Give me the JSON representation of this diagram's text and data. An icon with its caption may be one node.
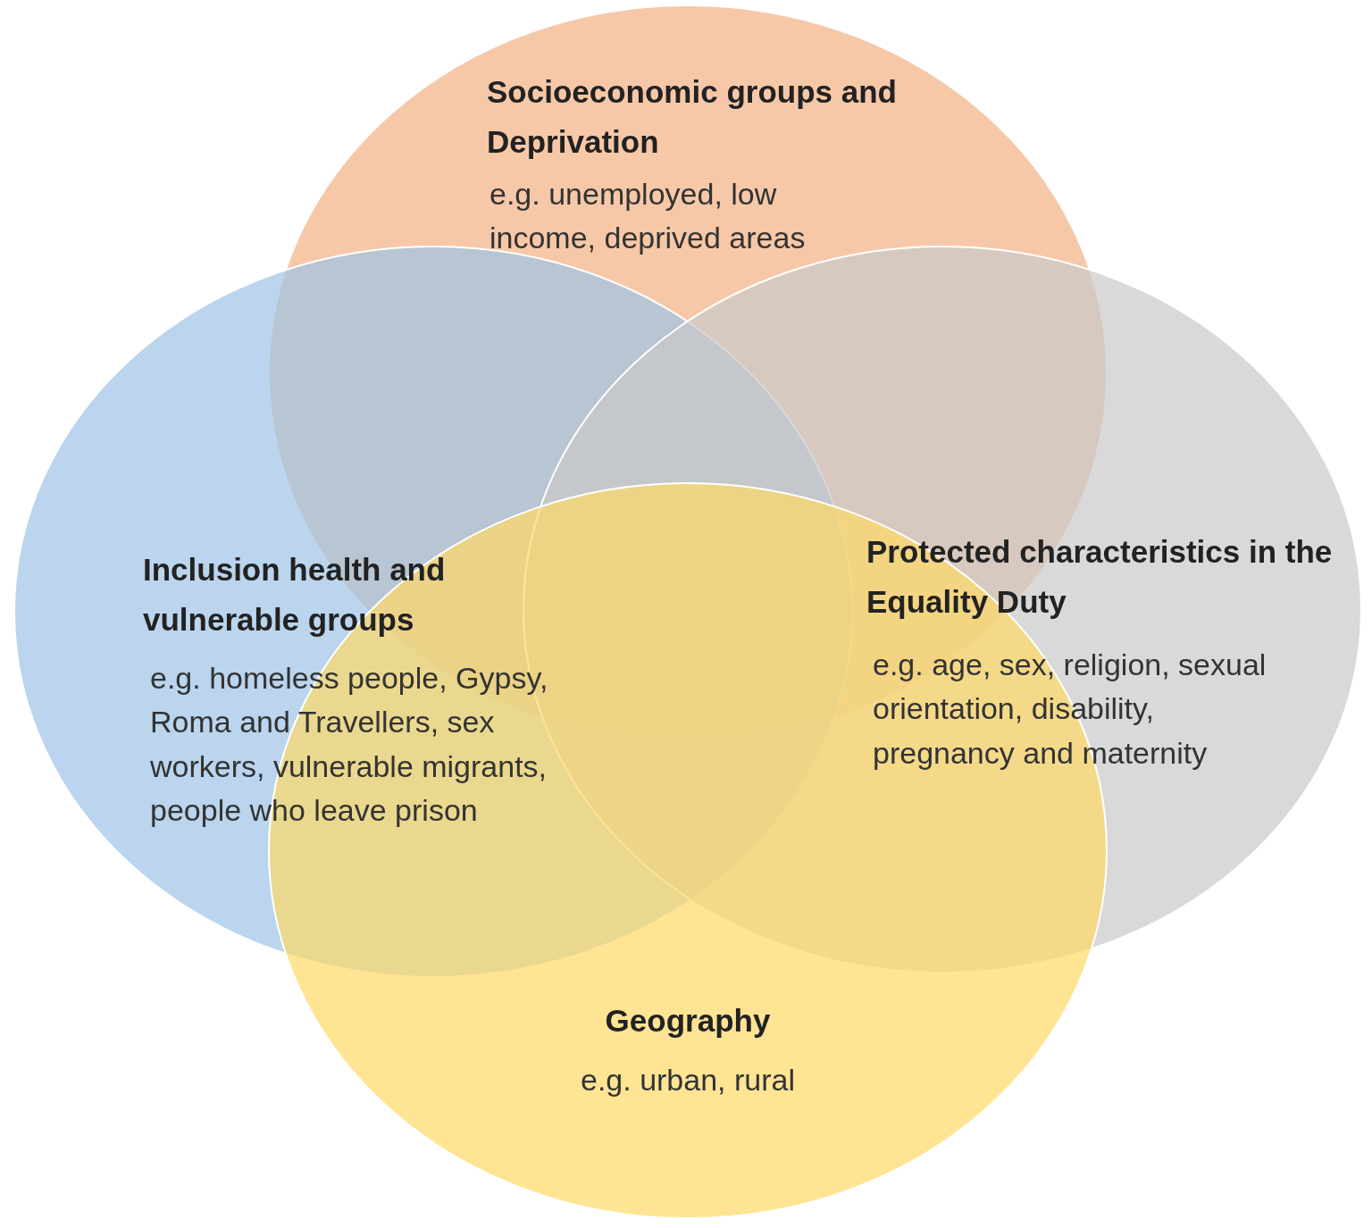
{
  "diagram": {
    "nodes": [
      {
        "text": [
          "Socioeconomic groups and Deprivation",
          "e.g. unemployed, low income, deprived areas"
        ]
      },
      {
        "text": [
          "Inclusion health and vulnerable groups",
          "e.g. homeless people, Gypsy, Roma and Travellers, sex workers, vulnerable migrants, people who leave prison"
        ]
      },
      {
        "text": [
          "Protected characteristics in the Equality Duty",
          "e.g. age, sex, religion, sexual orientation, disability, pregnancy and maternity"
        ]
      },
      {
        "text": [
          "Geography",
          "e.g. urban, rural"
        ]
      }
    ],
    "edges": []
  }
}
